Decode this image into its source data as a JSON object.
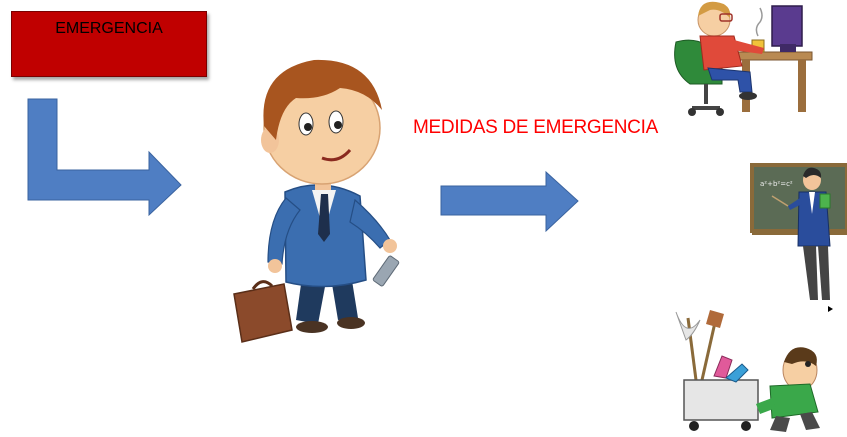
{
  "emergency_box": {
    "label": "EMERGENCIA",
    "fill": "#c00000"
  },
  "measures_label": {
    "text": "MEDIDAS DE EMERGENCIA",
    "color": "#ff0000"
  },
  "arrow_color": "#4f7ec3",
  "icons": {
    "central_figure": "businessman-with-briefcase-illustration",
    "computer_worker": "person-at-computer-illustration",
    "teacher": "teacher-at-chalkboard-illustration",
    "cleaner": "cleaning-worker-with-cart-illustration"
  },
  "chalkboard_text": "a²+b²=c²"
}
